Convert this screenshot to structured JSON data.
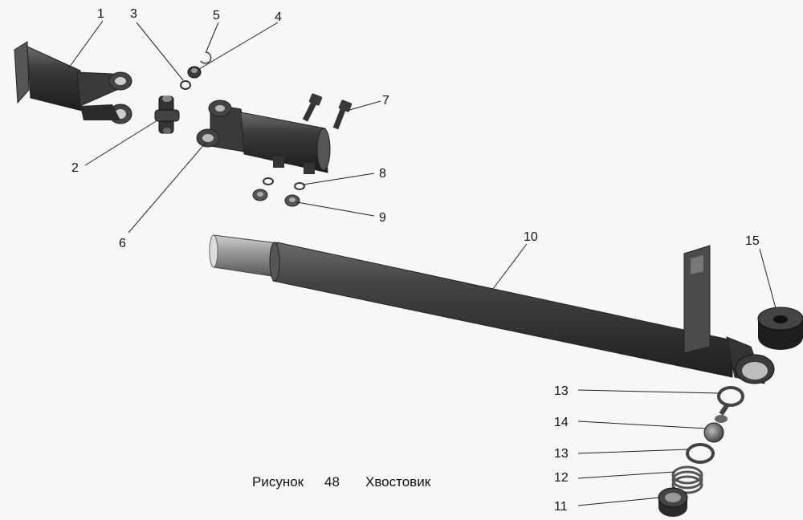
{
  "figure": {
    "caption_word": "Рисунок",
    "caption_number": "48",
    "caption_title": "Хвостовик"
  },
  "callouts": {
    "c1": "1",
    "c2": "2",
    "c3": "3",
    "c4": "4",
    "c5": "5",
    "c6": "6",
    "c7": "7",
    "c8": "8",
    "c9": "9",
    "c10": "10",
    "c11": "11",
    "c12": "12",
    "c13a": "13",
    "c13b": "13",
    "c14": "14",
    "c15": "15"
  }
}
